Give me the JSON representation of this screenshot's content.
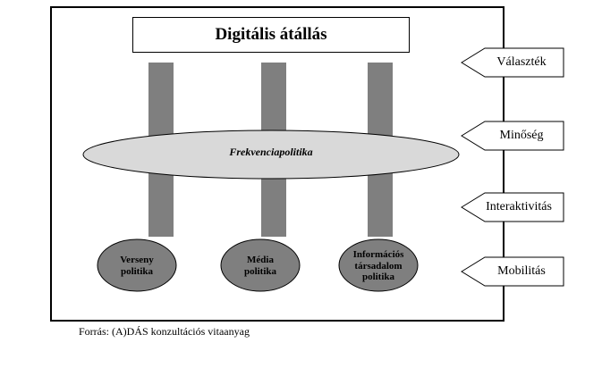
{
  "title": "Digitális átállás",
  "center_policy": "Frekvenciapolitika",
  "bottom_policies": [
    [
      "Verseny",
      "politika"
    ],
    [
      "Média",
      "politika"
    ],
    [
      "Információs",
      "társadalom",
      "politika"
    ]
  ],
  "side_arrows": [
    "Választék",
    "Minőség",
    "Interaktivitás",
    "Mobilitás"
  ],
  "source": "Forrás: (A)DÁS konzultációs vitaanyag",
  "colors": {
    "pillar": "#7f7f7f",
    "center_ellipse": "#d9d9d9",
    "bottom_ovals": "#7f7f7f"
  }
}
